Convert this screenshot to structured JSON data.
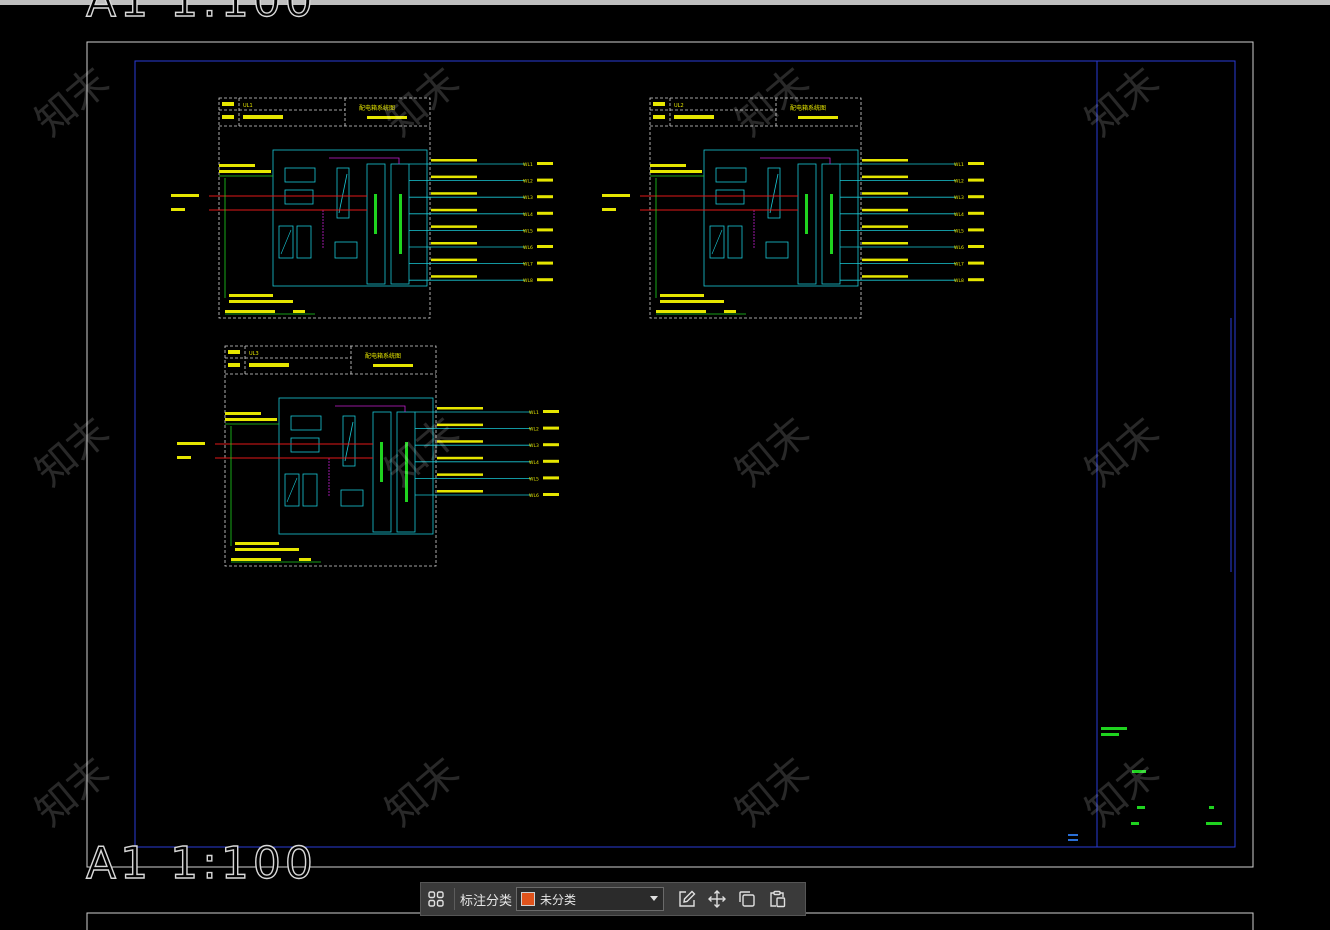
{
  "drawing": {
    "scale_label": "A1  1:100",
    "watermark": "知末"
  },
  "panels": [
    {
      "name": "panel-a",
      "code": "UL1",
      "title": "配电箱系统图",
      "circuits": [
        "WL1",
        "WL2",
        "WL3",
        "WL4",
        "WL5",
        "WL6",
        "WL7",
        "WL8"
      ]
    },
    {
      "name": "panel-b",
      "code": "UL2",
      "title": "配电箱系统图",
      "circuits": [
        "WL1",
        "WL2",
        "WL3",
        "WL4",
        "WL5",
        "WL6",
        "WL7",
        "WL8"
      ]
    },
    {
      "name": "panel-c",
      "code": "UL3",
      "title": "配电箱系统图",
      "circuits": [
        "WL1",
        "WL2",
        "WL3",
        "WL4",
        "WL5",
        "WL6"
      ]
    }
  ],
  "toolbar": {
    "category_label": "标注分类",
    "category_value": "未分类",
    "swatch_color": "#e0531c"
  },
  "colors": {
    "frame": "#2a3bd6",
    "line_cyan": "#19c9d6",
    "line_yellow": "#e6e600",
    "line_red": "#e01818",
    "line_green": "#1fd31f",
    "line_magenta": "#c41fd0"
  }
}
